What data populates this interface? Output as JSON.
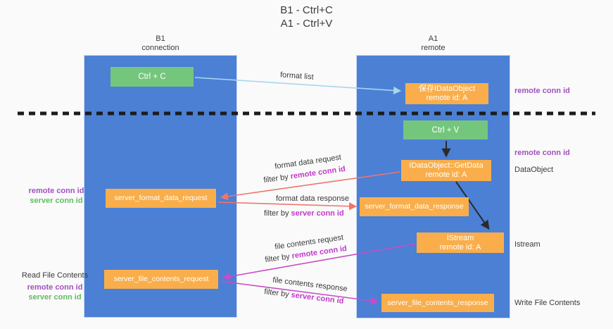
{
  "title": {
    "line1": "B1 - Ctrl+C",
    "line2": "A1 - Ctrl+V"
  },
  "columns": {
    "left": {
      "name": "B1",
      "role": "connection"
    },
    "right": {
      "name": "A1",
      "role": "remote"
    }
  },
  "boxes": {
    "ctrl_c": {
      "label": "Ctrl + C"
    },
    "ctrl_v": {
      "label": "Ctrl + V"
    },
    "save_dataobject": {
      "line1": "保存IDataObject",
      "line2": "remote id: A"
    },
    "getdata": {
      "line1": "IDataObject::GetData",
      "line2": "remote id: A"
    },
    "istream": {
      "line1": "IStream",
      "line2": "remote id: A"
    },
    "server_format_data_request": {
      "label": "server_format_data_request"
    },
    "server_format_data_response": {
      "label": "server_format_data_response"
    },
    "server_file_contents_request": {
      "label": "server_file_contents_request"
    },
    "server_file_contents_response": {
      "label": "server_file_contents_response"
    }
  },
  "flow_labels": {
    "format_list": "format list",
    "format_data_request": "format data request",
    "format_data_request_filter_prefix": "filter by ",
    "format_data_request_filter_key": "remote conn id",
    "format_data_response": "format data response",
    "format_data_response_filter_prefix": "filter by ",
    "format_data_response_filter_key": "server conn id",
    "file_contents_request": "file contents request",
    "file_contents_request_filter_prefix": "filter by ",
    "file_contents_request_filter_key": "remote conn id",
    "file_contents_response": "file contents response",
    "file_contents_response_filter_prefix": "filter by ",
    "file_contents_response_filter_key": "server conn id"
  },
  "side_labels": {
    "left_format_remote": "remote conn id",
    "left_format_server": "server conn id",
    "left_file_title": "Read File Contents",
    "left_file_remote": "remote conn id",
    "left_file_server": "server conn id",
    "right_save": "remote conn id",
    "right_ctrlv": "remote conn id",
    "right_dataobject": "DataObject",
    "right_istream": "Istream",
    "right_write": "Write File Contents"
  },
  "colors": {
    "background": "#fafafa",
    "column_blue": "#4b80d5",
    "box_green": "#74c67d",
    "box_orange": "#f9ae4b",
    "arrow_light_blue": "#a9d5ef",
    "arrow_red": "#ee756c",
    "arrow_magenta": "#ca4bc8",
    "arrow_black": "#2b2b2b",
    "label_purple": "#a050c0",
    "label_green": "#5fbd61",
    "label_magenta": "#c238cc",
    "text_dark": "#3a3a3a"
  }
}
